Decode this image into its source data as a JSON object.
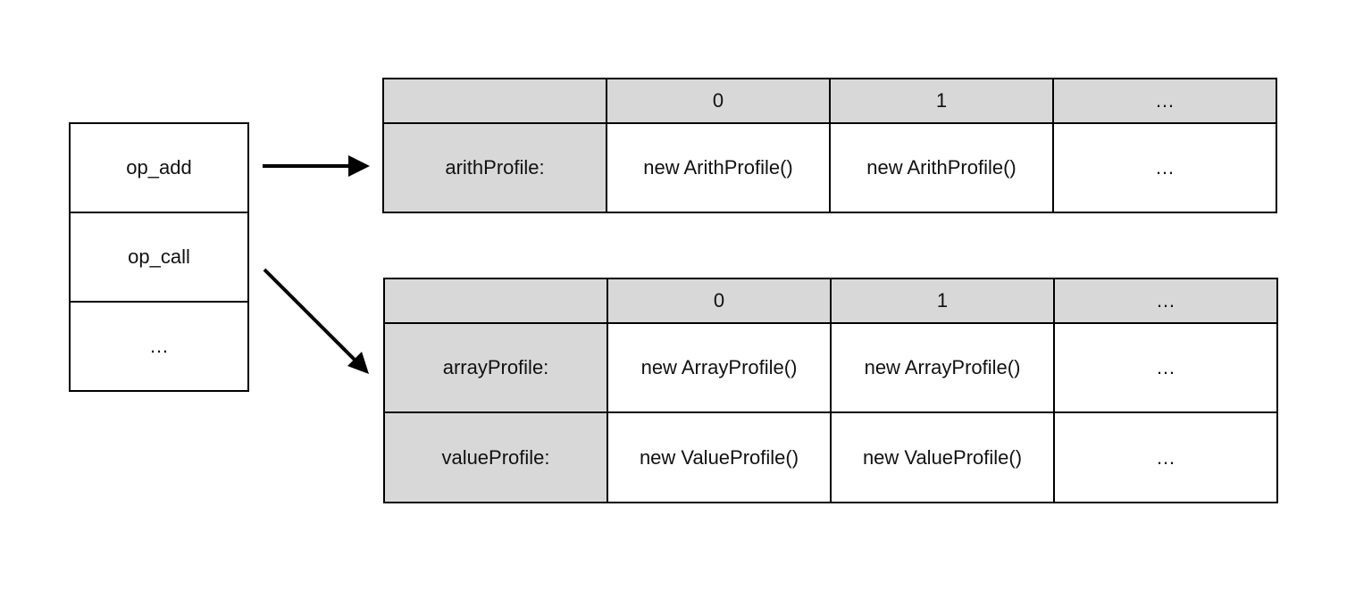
{
  "opcodes": [
    "op_add",
    "op_call",
    "…"
  ],
  "table_add": {
    "header": [
      "",
      "0",
      "1",
      "…"
    ],
    "rows": [
      [
        "arithProfile:",
        "new ArithProfile()",
        "new ArithProfile()",
        "…"
      ]
    ]
  },
  "table_call": {
    "header": [
      "",
      "0",
      "1",
      "…"
    ],
    "rows": [
      [
        "arrayProfile:",
        "new ArrayProfile()",
        "new ArrayProfile()",
        "…"
      ],
      [
        "valueProfile:",
        "new ValueProfile()",
        "new ValueProfile()",
        "…"
      ]
    ]
  },
  "colors": {
    "shade": "#d8d8d8",
    "line": "#000000"
  }
}
